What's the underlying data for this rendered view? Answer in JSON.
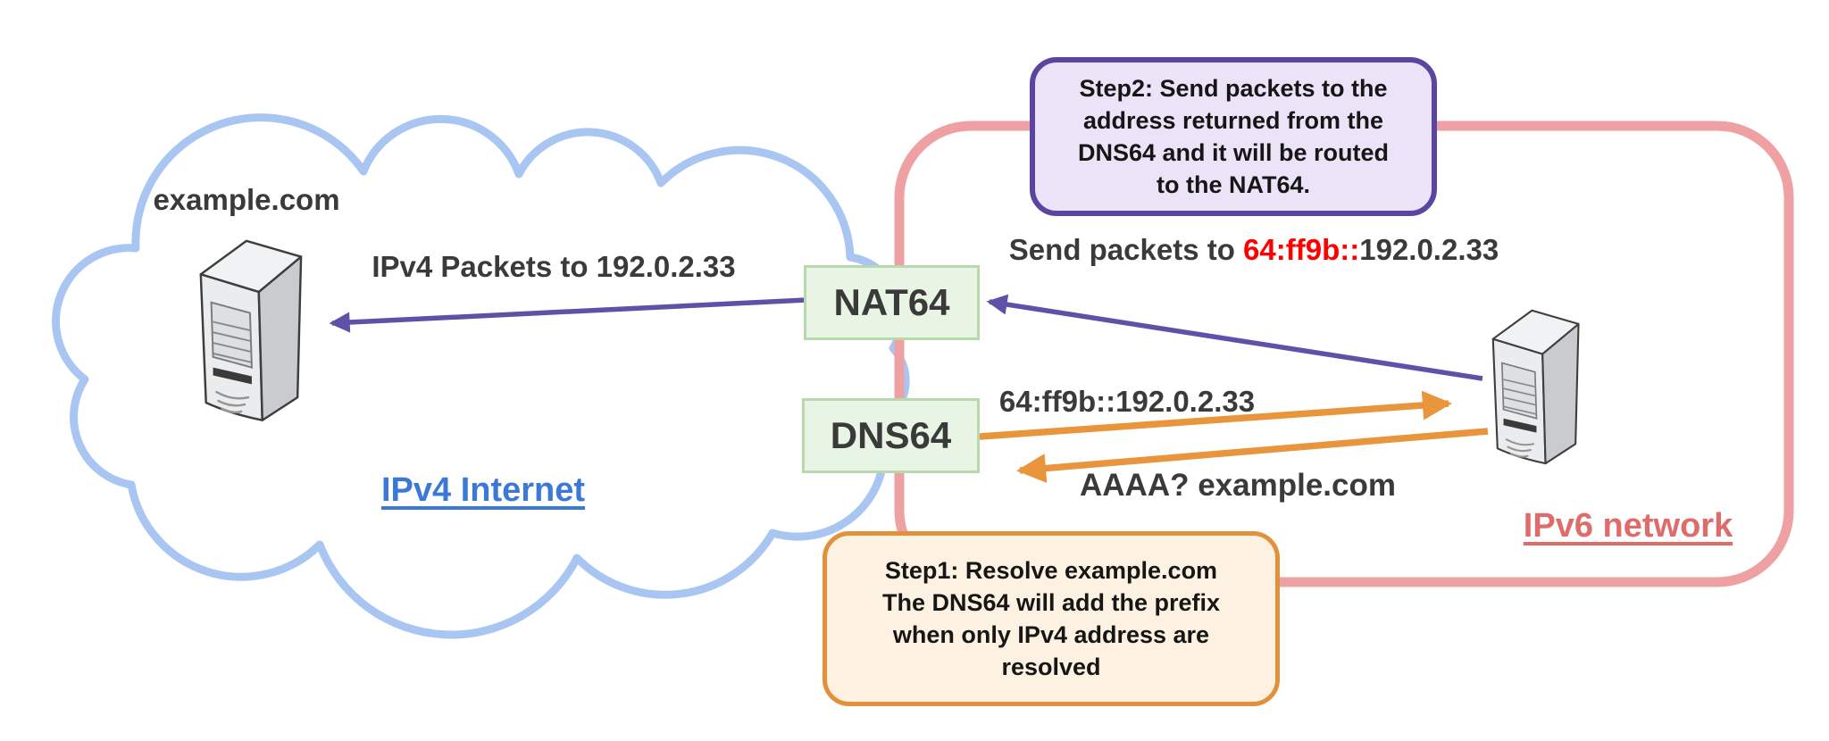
{
  "diagram": {
    "title_hint": "NAT64 / DNS64 translation diagram",
    "cloud": {
      "label": "IPv4 Internet"
    },
    "zone": {
      "label": "IPv6 network"
    },
    "nodes": {
      "example_server": {
        "label": "example.com",
        "icon": "server-tower-icon"
      },
      "ipv6_host": {
        "icon": "server-tower-icon"
      },
      "nat64": {
        "label": "NAT64"
      },
      "dns64": {
        "label": "DNS64"
      }
    },
    "arrows": {
      "ipv4_packets": {
        "label": "IPv4 Packets to 192.0.2.33",
        "direction": "NAT64 to example.com"
      },
      "send_packets": {
        "prefix": "Send packets to ",
        "highlight": "64:ff9b::",
        "suffix": "192.0.2.33",
        "direction": "IPv6 host to NAT64"
      },
      "dns_response": {
        "label": "64:ff9b::192.0.2.33",
        "direction": "DNS64 to IPv6 host"
      },
      "dns_query": {
        "label": "AAAA? example.com",
        "direction": "IPv6 host to DNS64"
      }
    },
    "callouts": {
      "step2": {
        "lines": [
          "Step2: Send packets to the",
          "address returned from the",
          "DNS64 and it will be routed",
          "to the NAT64."
        ]
      },
      "step1": {
        "lines": [
          "Step1: Resolve example.com",
          "The DNS64 will add the prefix",
          "when only IPv4 address are",
          "resolved"
        ]
      }
    },
    "colors": {
      "cloud_stroke": "#a9c5f2",
      "ipv6_zone_border": "#efa0a3",
      "purple_arrow": "#6050a8",
      "orange_arrow": "#e8953c",
      "green_box_fill": "#e9f5e4",
      "green_box_border": "#b7d9ab",
      "step2_fill": "#ece3f8",
      "step2_border": "#5c45a0",
      "step1_fill": "#fdf2e2",
      "step1_border": "#e2913a",
      "highlight_red": "#ff0000",
      "ipv4_label_blue": "#3c78d8",
      "ipv6_label_red": "#e06b6b",
      "text_dark": "#3a3a3a"
    }
  }
}
